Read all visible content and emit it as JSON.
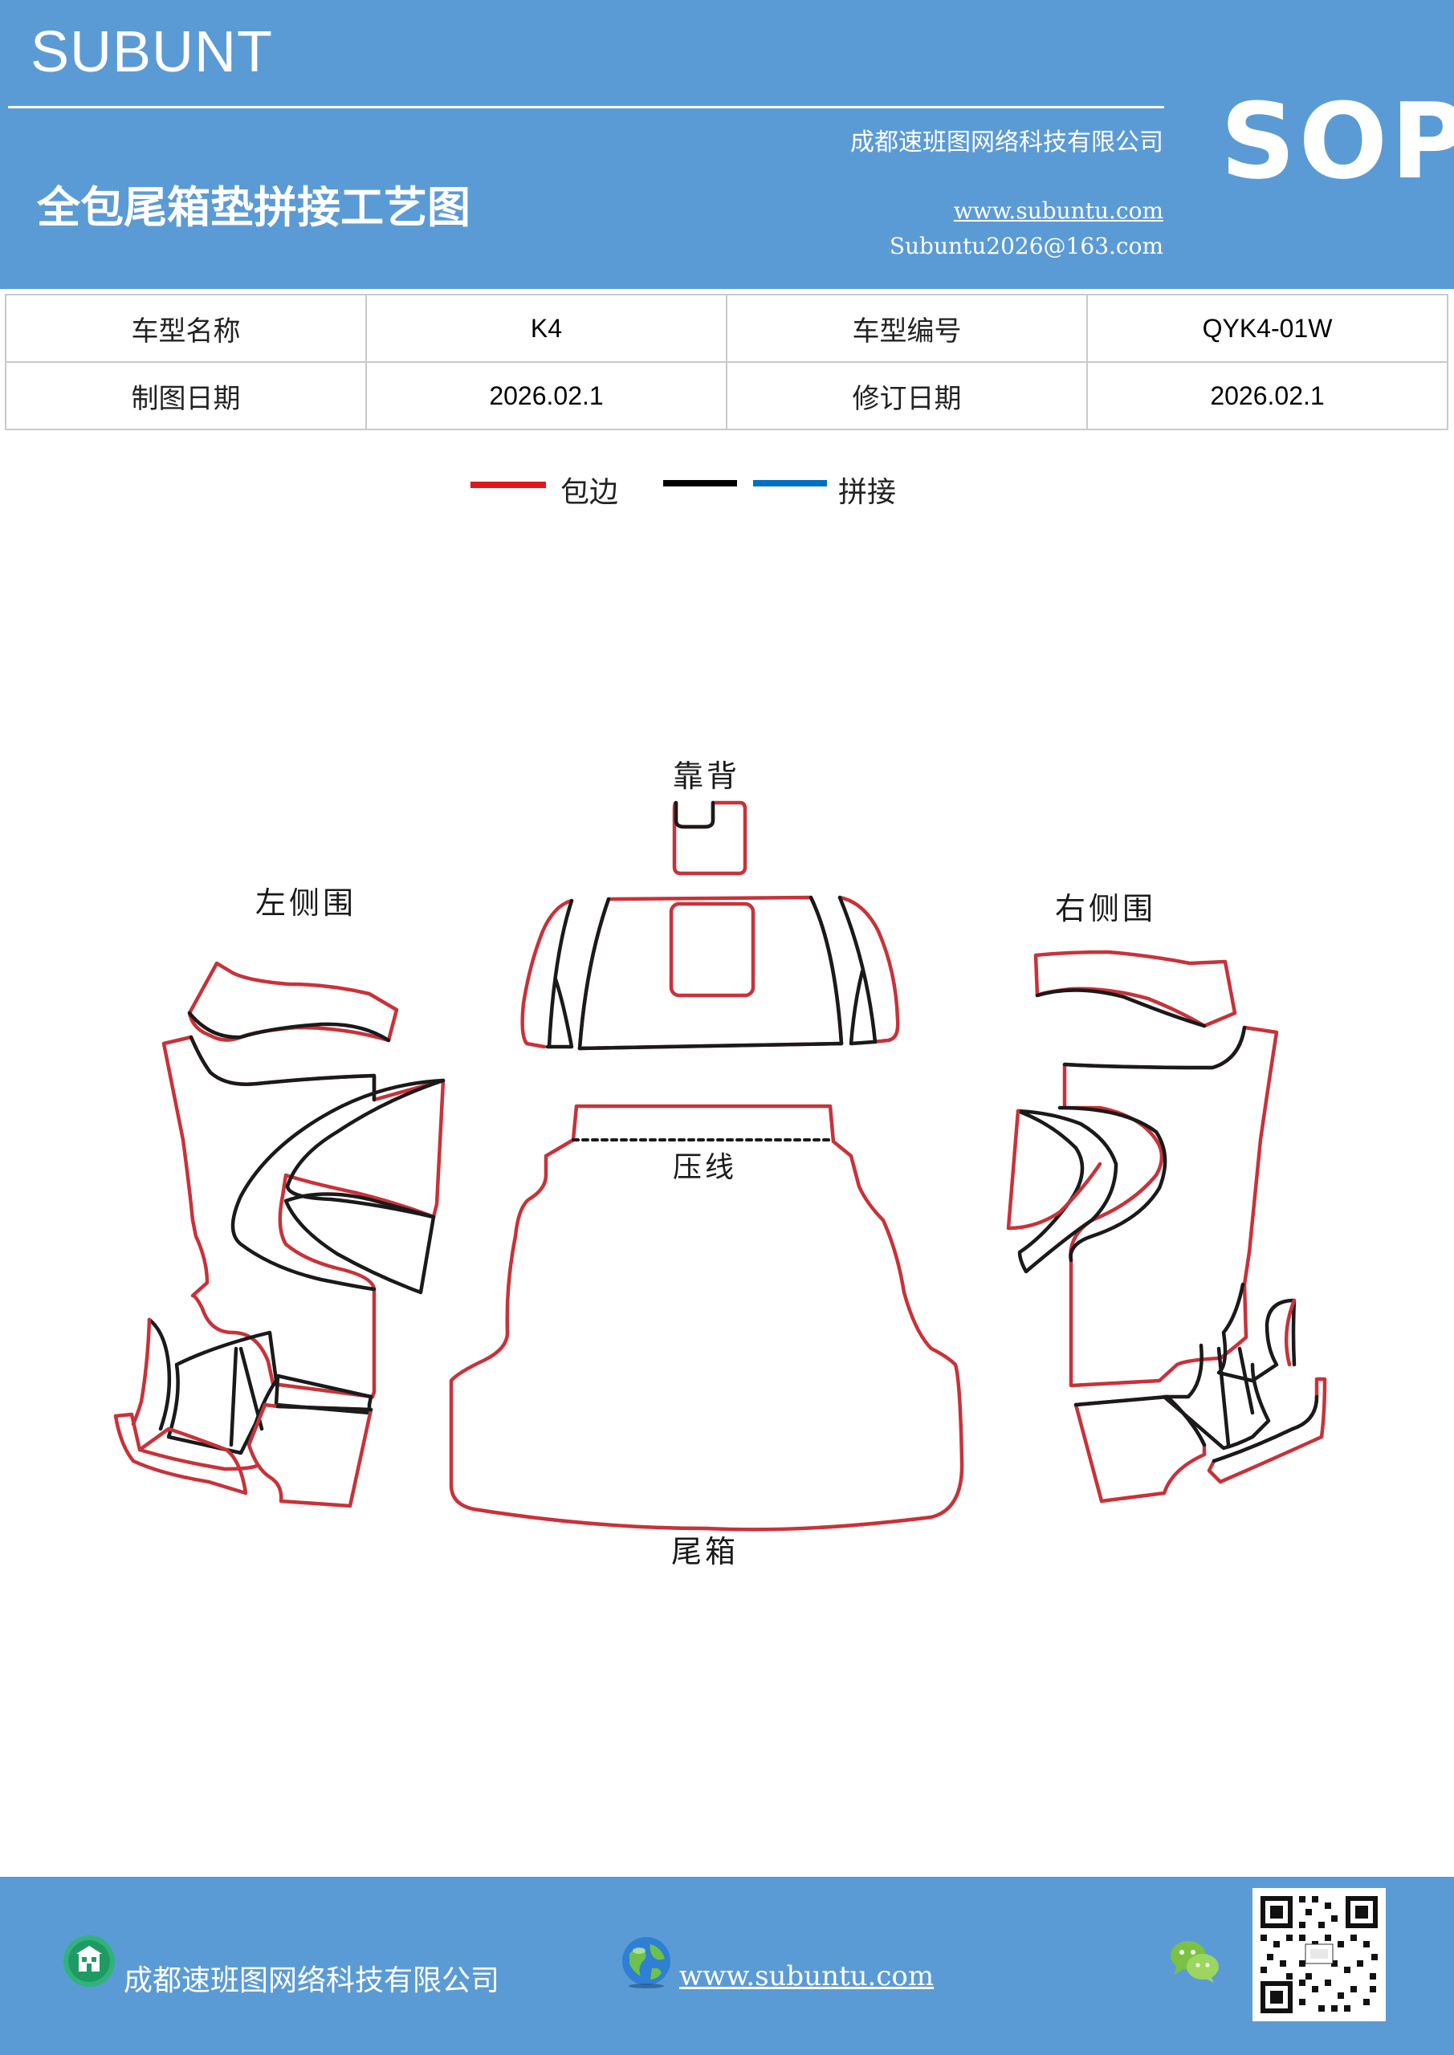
{
  "header": {
    "brand": "SUBUNT",
    "company": "成都速班图网络科技有限公司",
    "title": "全包尾箱垫拼接工艺图",
    "website": "www.subuntu.com",
    "email": "Subuntu2026@163.com",
    "badge": "SOP",
    "background_color": "#5b9bd5"
  },
  "info_table": {
    "row1": {
      "label1": "车型名称",
      "value1": "K4",
      "label2": "车型编号",
      "value2": "QYK4-01W"
    },
    "row2": {
      "label1": "制图日期",
      "value1": "2026.02.1",
      "label2": "修订日期",
      "value2": "2026.02.1"
    }
  },
  "legend": {
    "edge_label": "包边",
    "edge_color": "#e0161b",
    "black_color": "#000000",
    "splice_color": "#0070c0",
    "splice_label": "拼接"
  },
  "diagram": {
    "label_backrest": "靠背",
    "label_left": "左侧围",
    "label_right": "右侧围",
    "label_press_line": "压线",
    "label_trunk": "尾箱",
    "edge_color": "#c8323a",
    "seam_color": "#1a1a1a"
  },
  "footer": {
    "company": "成都速班图网络科技有限公司",
    "website": "www.subuntu.com",
    "icons": [
      "building-icon",
      "globe-icon",
      "wechat-icon",
      "qr-code"
    ]
  }
}
